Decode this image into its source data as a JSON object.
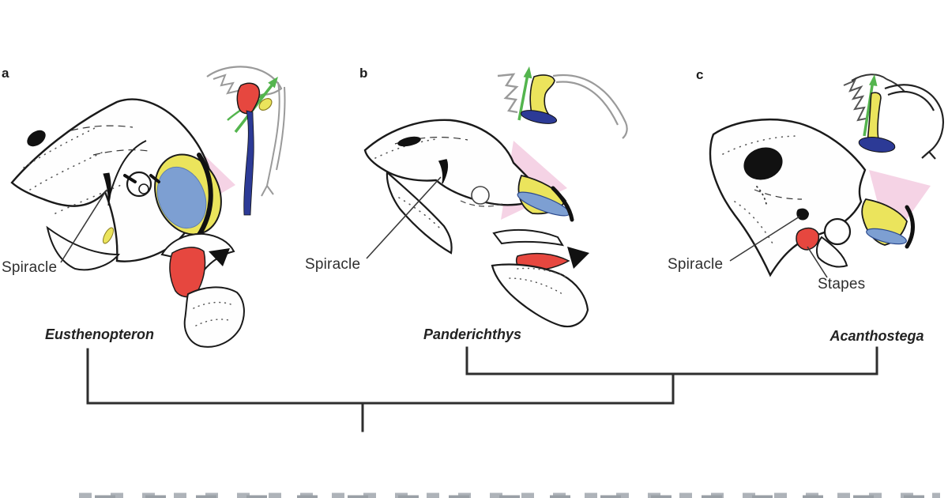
{
  "panels": [
    {
      "letter": "a",
      "species": "Eusthenopteron",
      "spiracle_label": "Spiracle"
    },
    {
      "letter": "b",
      "species": "Panderichthys",
      "spiracle_label": "Spiracle"
    },
    {
      "letter": "c",
      "species": "Acanthostega",
      "spiracle_label": "Spiracle",
      "stapes_label": "Stapes"
    }
  ],
  "colors": {
    "pink_plane": "#f5d3e5",
    "yellow_hyomandibula": "#ebe45c",
    "blue_region": "#7d9fd2",
    "navy_element": "#2c3a96",
    "red_element": "#e6473f",
    "green_arrow": "#54b54e",
    "outline": "#1a1a1a",
    "tree_line": "#2e2e2e",
    "label_text": "#2f2f2f",
    "inset_gray": "#9a9a9a"
  }
}
